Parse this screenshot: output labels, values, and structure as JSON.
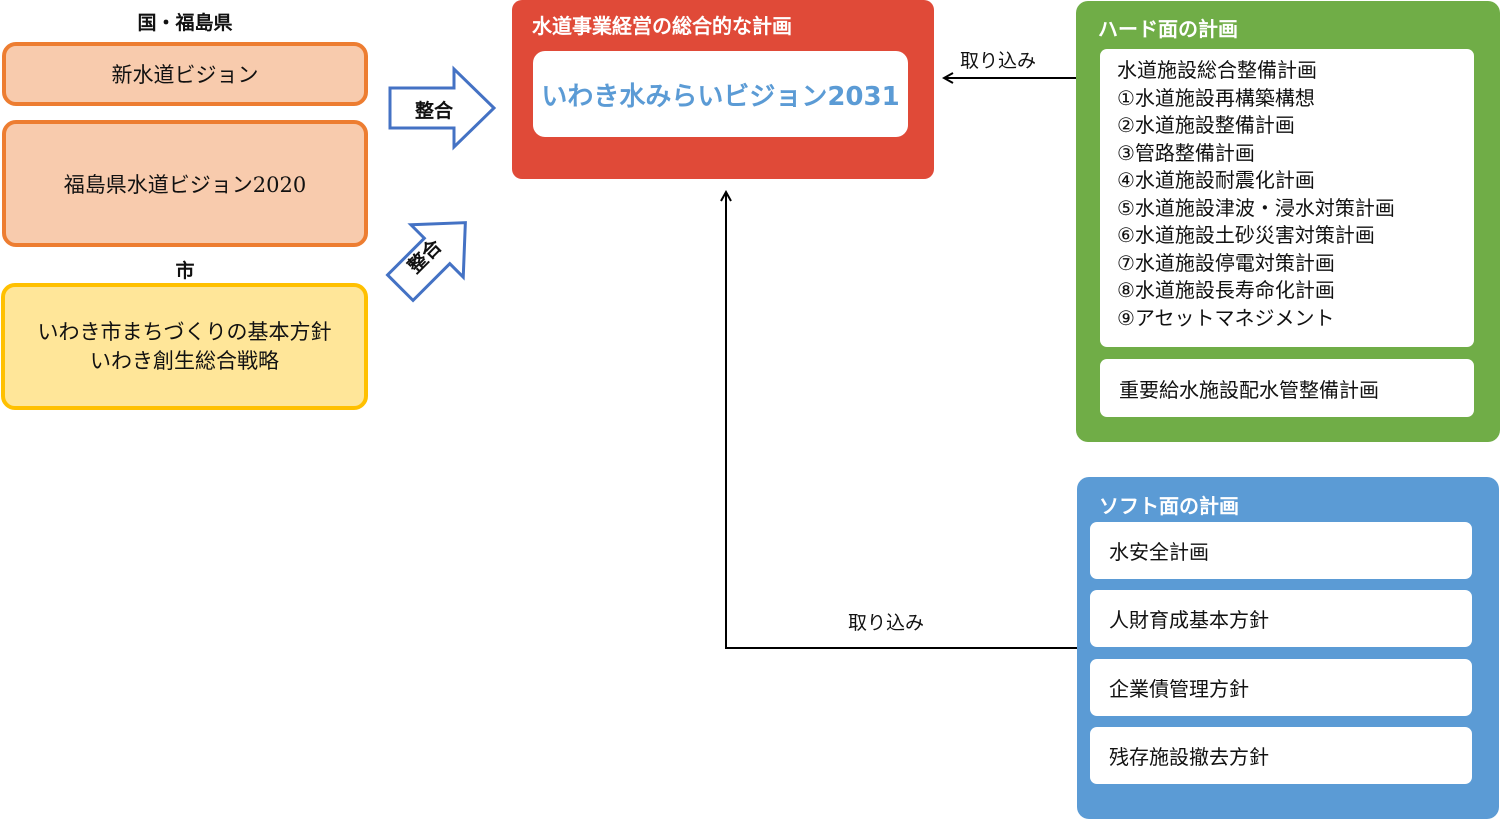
{
  "national_prefecture": {
    "label": "国・福島県",
    "items": [
      "新水道ビジョン",
      "福島県水道ビジョン2020"
    ]
  },
  "city": {
    "label": "市",
    "lines": [
      "いわき市まちづくりの基本方針",
      "いわき創生総合戦略"
    ]
  },
  "alignment_arrows": [
    "整合",
    "整合"
  ],
  "comprehensive_plan": {
    "title": "水道事業経営の総合的な計画",
    "vision": "いわき水みらいビジョン2031"
  },
  "hard_plan": {
    "title": "ハード面の計画",
    "main_items": [
      "水道施設総合整備計画",
      "①水道施設再構築構想",
      "②水道施設整備計画",
      "③管路整備計画",
      "④水道施設耐震化計画",
      "⑤水道施設津波・浸水対策計画",
      "⑥水道施設土砂災害対策計画",
      "⑦水道施設停電対策計画",
      "⑧水道施設長寿命化計画",
      "⑨アセットマネジメント"
    ],
    "sub_item": "重要給水施設配水管整備計画"
  },
  "soft_plan": {
    "title": "ソフト面の計画",
    "items": [
      "水安全計画",
      "人財育成基本方針",
      "企業債管理方針",
      "残存施設撤去方針"
    ]
  },
  "intake_labels": [
    "取り込み",
    "取り込み"
  ],
  "colors": {
    "red": "#e04a38",
    "green": "#70ad47",
    "blue": "#5b9bd5",
    "orange_fill": "#f8cbad",
    "orange_border": "#ed7d31",
    "yellow_fill": "#ffe699",
    "yellow_border": "#ffc000",
    "arrow_outline": "#4472c4"
  }
}
